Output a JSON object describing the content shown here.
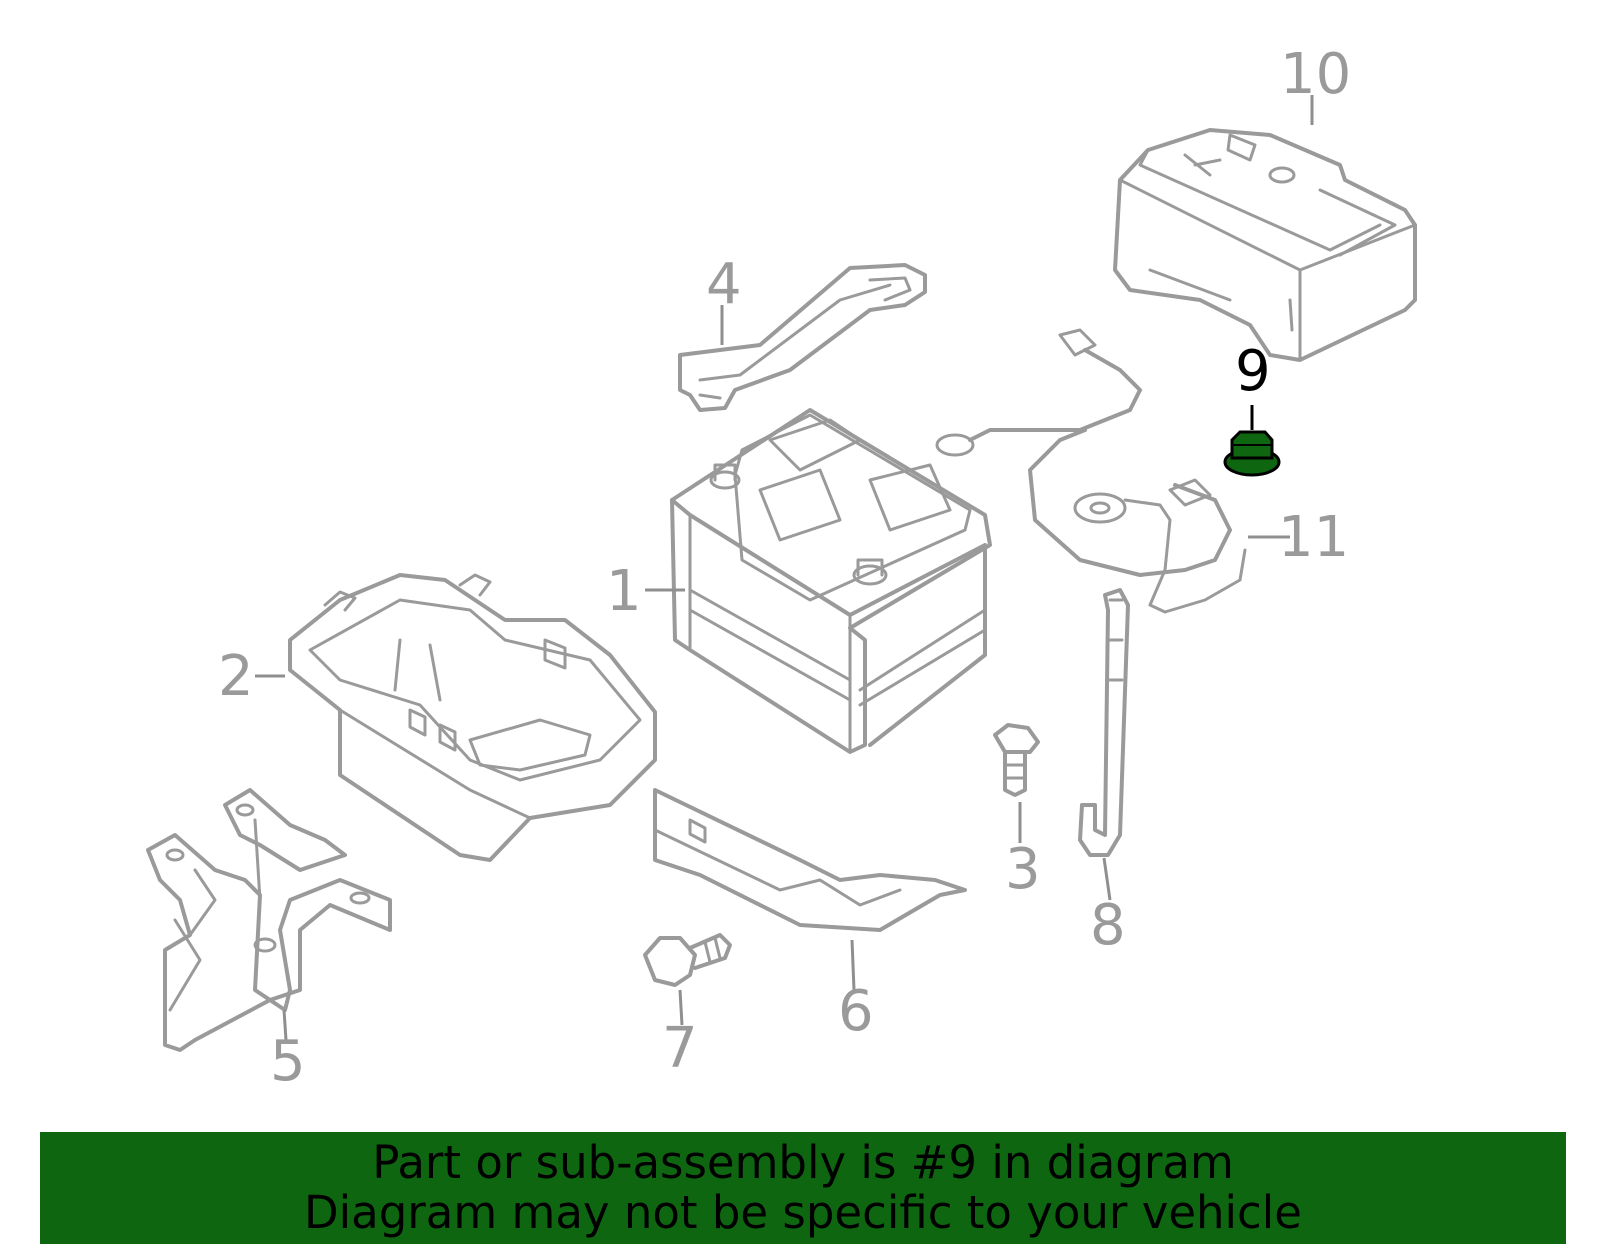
{
  "diagram": {
    "callouts": [
      {
        "id": "1",
        "label": "1",
        "highlighted": false
      },
      {
        "id": "2",
        "label": "2",
        "highlighted": false
      },
      {
        "id": "3",
        "label": "3",
        "highlighted": false
      },
      {
        "id": "4",
        "label": "4",
        "highlighted": false
      },
      {
        "id": "5",
        "label": "5",
        "highlighted": false
      },
      {
        "id": "6",
        "label": "6",
        "highlighted": false
      },
      {
        "id": "7",
        "label": "7",
        "highlighted": false
      },
      {
        "id": "8",
        "label": "8",
        "highlighted": false
      },
      {
        "id": "9",
        "label": "9",
        "highlighted": true
      },
      {
        "id": "10",
        "label": "10",
        "highlighted": false
      },
      {
        "id": "11",
        "label": "11",
        "highlighted": false
      }
    ],
    "highlight_color": "#0f6611",
    "part_line_color": "#9a9a9a"
  },
  "banner": {
    "line1": "Part or sub-assembly is #9 in diagram",
    "line2": "Diagram may not be specific to your vehicle",
    "background": "#0f6611"
  }
}
